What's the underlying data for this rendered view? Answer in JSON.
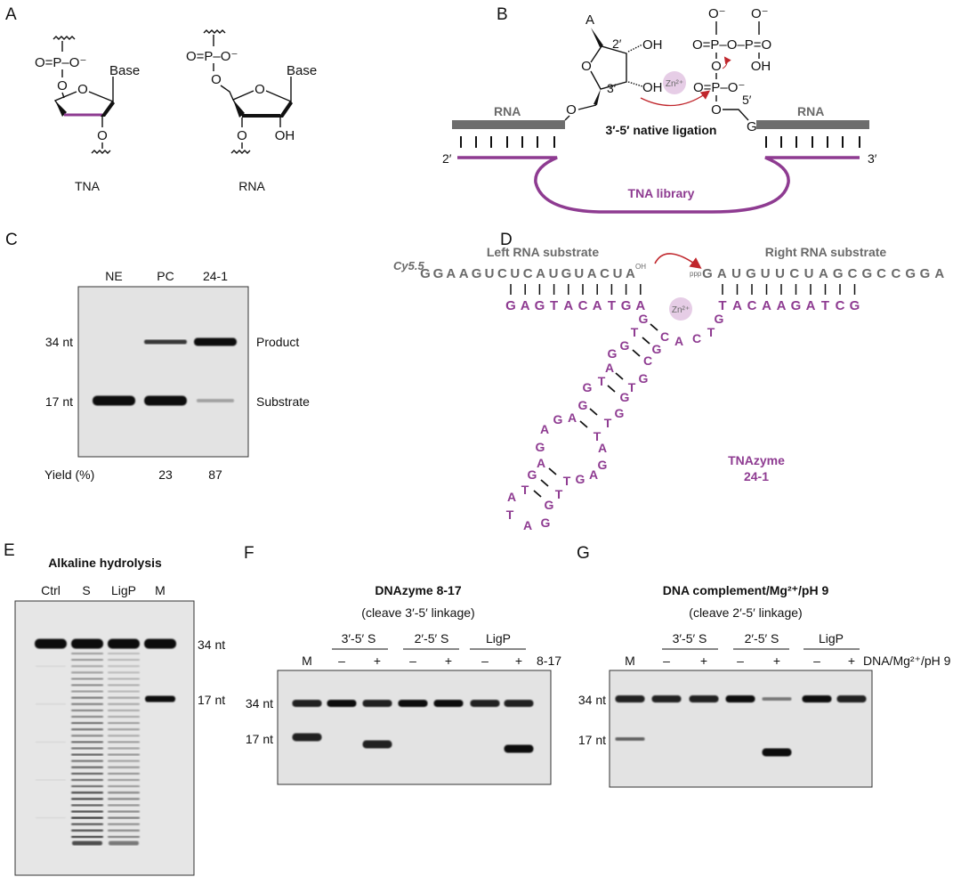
{
  "panel_labels": {
    "a": "A",
    "b": "B",
    "c": "C",
    "d": "D",
    "e": "E",
    "f": "F",
    "g": "G"
  },
  "panel_a": {
    "phosphate": "O=P–O⁻",
    "oxygen": "O",
    "base": "Base",
    "hydroxyl": "OH",
    "tna_label": "TNA",
    "rna_label": "RNA"
  },
  "panel_b": {
    "adenine": "A",
    "oxygen": "O",
    "hydroxyl": "OH",
    "two_prime": "2′",
    "three_prime": "3′",
    "five_prime": "5′",
    "o_minus": "O⁻",
    "triphosphate_top": "O=P–O–P=O",
    "phosphate_lower": "O=P–O⁻",
    "guanine": "G",
    "zinc": "Zn²⁺",
    "rna_left": "RNA",
    "rna_right": "RNA",
    "ligation_label": "3′-5′ native ligation",
    "end_left": "2′",
    "end_right": "3′",
    "library_label": "TNA library"
  },
  "panel_c": {
    "lanes": [
      {
        "label": "NE",
        "product": 0,
        "substrate": 1.0
      },
      {
        "label": "PC",
        "product": 0.8,
        "substrate": 1.0
      },
      {
        "label": "24-1",
        "product": 1.0,
        "substrate": 0.3
      }
    ],
    "marker_34": "34 nt",
    "marker_17": "17 nt",
    "product_label": "Product",
    "substrate_label": "Substrate",
    "yield_label": "Yield (%)",
    "yields": [
      "23",
      "87"
    ]
  },
  "panel_d": {
    "left_title": "Left RNA substrate",
    "right_title": "Right RNA substrate",
    "dye": "Cy5.5",
    "left_seq": "GGAAGUCUCAUGUACUA",
    "oh": "OH",
    "ppp": "ppp",
    "right_seq": "GAUGUUCUAGCGCCGGA",
    "left_pair": "GAGTACATGA",
    "right_pair": "TACAAGATCG",
    "zinc": "Zn²⁺",
    "stem_letters": [
      "G",
      "T",
      "C",
      "A",
      "C",
      "T",
      "G",
      "G",
      "G",
      "G",
      "C",
      "A",
      "G",
      "T",
      "G",
      "T",
      "G",
      "G",
      "G",
      "A",
      "G",
      "T",
      "A",
      "T",
      "G",
      "A",
      "G",
      "A",
      "A",
      "G",
      "T",
      "G",
      "T",
      "G",
      "G",
      "T",
      "A",
      "T",
      "A"
    ],
    "enzyme_name": "TNAzyme",
    "enzyme_id": "24-1"
  },
  "panel_e": {
    "title": "Alkaline hydrolysis",
    "lanes": [
      "Ctrl",
      "S",
      "LigP",
      "M"
    ],
    "marker_34": "34 nt",
    "marker_17": "17 nt"
  },
  "panel_f": {
    "title": "DNAzyme 8-17",
    "subtitle": "(cleave 3′-5′ linkage)",
    "groups": [
      "3′-5′ S",
      "2′-5′ S",
      "LigP"
    ],
    "lanes": [
      {
        "sign": "M",
        "band34": 0.9,
        "band17": 0.9
      },
      {
        "sign": "–",
        "band34": 1.0,
        "band17": 0
      },
      {
        "sign": "+",
        "band34": 0.9,
        "band17": 0.9
      },
      {
        "sign": "–",
        "band34": 1.0,
        "band17": 0
      },
      {
        "sign": "+",
        "band34": 1.0,
        "band17": 0
      },
      {
        "sign": "–",
        "band34": 0.9,
        "band17": 0
      },
      {
        "sign": "+",
        "band34": 0.9,
        "band17": 1.0
      }
    ],
    "treatment": "8-17",
    "marker_34": "34 nt",
    "marker_17": "17 nt"
  },
  "panel_g": {
    "title": "DNA complement/Mg²⁺/pH 9",
    "subtitle": "(cleave 2′-5′ linkage)",
    "groups": [
      "3′-5′ S",
      "2′-5′ S",
      "LigP"
    ],
    "lanes": [
      {
        "sign": "M",
        "band34": 0.9,
        "band17": 0.6
      },
      {
        "sign": "–",
        "band34": 0.9,
        "band17": 0
      },
      {
        "sign": "+",
        "band34": 0.9,
        "band17": 0
      },
      {
        "sign": "–",
        "band34": 1.0,
        "band17": 0
      },
      {
        "sign": "+",
        "band34": 0.5,
        "band17": 1.0
      },
      {
        "sign": "–",
        "band34": 1.0,
        "band17": 0
      },
      {
        "sign": "+",
        "band34": 0.9,
        "band17": 0
      }
    ],
    "treatment": "DNA/Mg²⁺/pH 9",
    "marker_34": "34 nt",
    "marker_17": "17 nt"
  },
  "colors": {
    "purple": "#8e3b91",
    "rna_gray": "#6d6d6d",
    "zinc": "#e6cde6",
    "arrow": "#c0262c",
    "gel": "#e3e3e3",
    "band": "#111111"
  }
}
